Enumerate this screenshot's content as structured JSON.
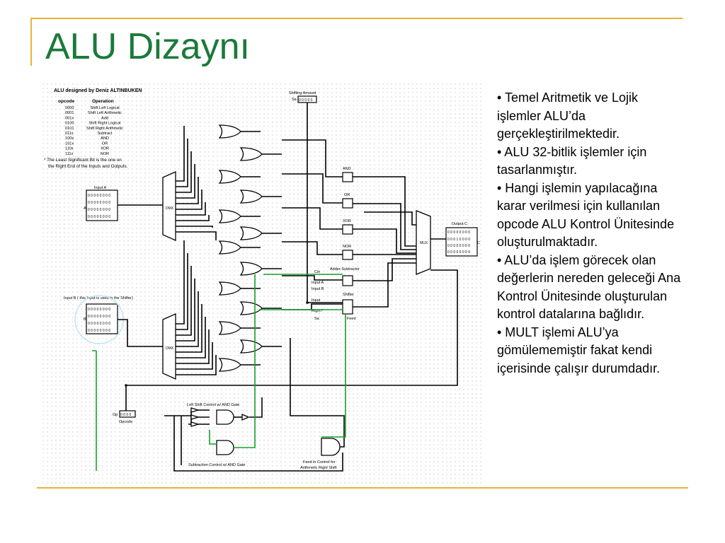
{
  "slide": {
    "title": "ALU Dizaynı",
    "bullets": [
      "• Temel Aritmetik ve Lojik işlemler ALU’da gerçekleştirilmektedir.",
      "• ALU 32-bitlik işlemler için tasarlanmıştır.",
      "• Hangi işlemin yapılacağına karar verilmesi için kullanılan opcode ALU Kontrol Ünitesinde oluşturulmaktadır.",
      "• ALU’da işlem görecek olan değerlerin nereden geleceği Ana Kontrol Ünitesinde oluşturulan kontrol datalarına bağlıdır.",
      "• MULT işlemi ALU’ya gömülememiştir fakat kendi içerisinde çalışır durumdadır."
    ]
  },
  "diagram": {
    "heading": "ALU designed by Deniz ALTINBUKEN",
    "opcode_table": {
      "col_opcode": "opcode",
      "col_operation": "Operation",
      "rows": [
        {
          "code": "0000",
          "op": "Shift Left Logical"
        },
        {
          "code": "0001",
          "op": "Shift Left Arithmetic"
        },
        {
          "code": "001x",
          "op": "Add"
        },
        {
          "code": "0100",
          "op": "Shift Right Logical"
        },
        {
          "code": "0101",
          "op": "Shift Right Arithmetic"
        },
        {
          "code": "011x",
          "op": "Subtract"
        },
        {
          "code": "100x",
          "op": "AND"
        },
        {
          "code": "101x",
          "op": "OR"
        },
        {
          "code": "110x",
          "op": "XOR"
        },
        {
          "code": "111x",
          "op": "NOR"
        }
      ]
    },
    "note_line1": "* The Least Significant Bit is the one on",
    "note_line2": "the Right End of the Inputs and Outputs.",
    "shifting_amount": "Shifting Amount",
    "sa_label": "Sa",
    "sa_bits": "0 0 0 0 0",
    "input_a": "Input A",
    "input_a_pin": "A",
    "input_b": "Input B ( this Input is used in the Shifter)",
    "input_b_pin": "B",
    "output_c": "Output C",
    "output_c_pin": "C",
    "register_row": "0 0 0 0 0 0 0 0",
    "output_row2": "0 0 0 1 0 0 0 0",
    "dmx": "DMX",
    "mux": "MUX",
    "and_label": "AND",
    "or_label": "OR",
    "xor_label": "XOR",
    "nor_label": "NOR",
    "adder_subtractor": "Adder-Subtractor",
    "cin": "Cin",
    "as_input_a": "Input A",
    "as_input_b": "Input B",
    "shifter": "Shifter",
    "shifter_input": "Input",
    "shifter_right": "Right?",
    "shifter_sa": "Sa",
    "shifter_feed": "Feed",
    "op_label": "Op",
    "op_bits": "0 0 0 0",
    "opcode_label": "Opcode",
    "left_shift_control": "Left Shift Control w/ AND Gate",
    "subtraction_control": "Subtraction Control w/ AND Gate",
    "feed_control_line1": "Feed in Control for",
    "feed_control_line2": "Arithmetic Right Shift"
  }
}
